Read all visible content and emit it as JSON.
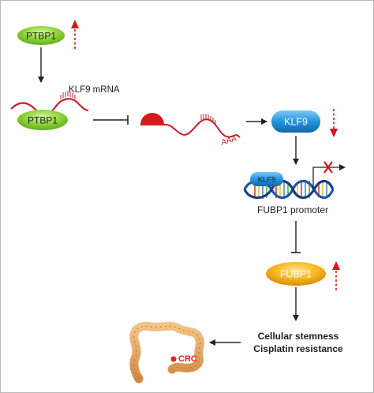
{
  "nodes": {
    "ptbp1_top": "PTBP1",
    "ptbp1_bound": "PTBP1",
    "klf9_mrna": "KLF9 mRNA",
    "mrna_tail": "AAA",
    "klf9_protein": "KLF9",
    "klf9_on_dna": "KLF9",
    "fubp1_promoter": "FUBP1 promoter",
    "fubp1": "FUBP1",
    "stemness": "Cellular stemness",
    "cisplatin": "Cisplatin resistance",
    "crc": "CRC"
  },
  "regulation": {
    "ptbp1": "up",
    "klf9": "down",
    "fubp1": "up",
    "fubp1_transcription": "blocked"
  },
  "colors": {
    "green_ellipse": "#7ccc2a",
    "blue_rounded": "#1f8fd6",
    "orange_ellipse": "#f2b51d",
    "regulation_arrow": "#d9141b",
    "mrna": "#c9202a",
    "colon": "#e2a25c"
  }
}
